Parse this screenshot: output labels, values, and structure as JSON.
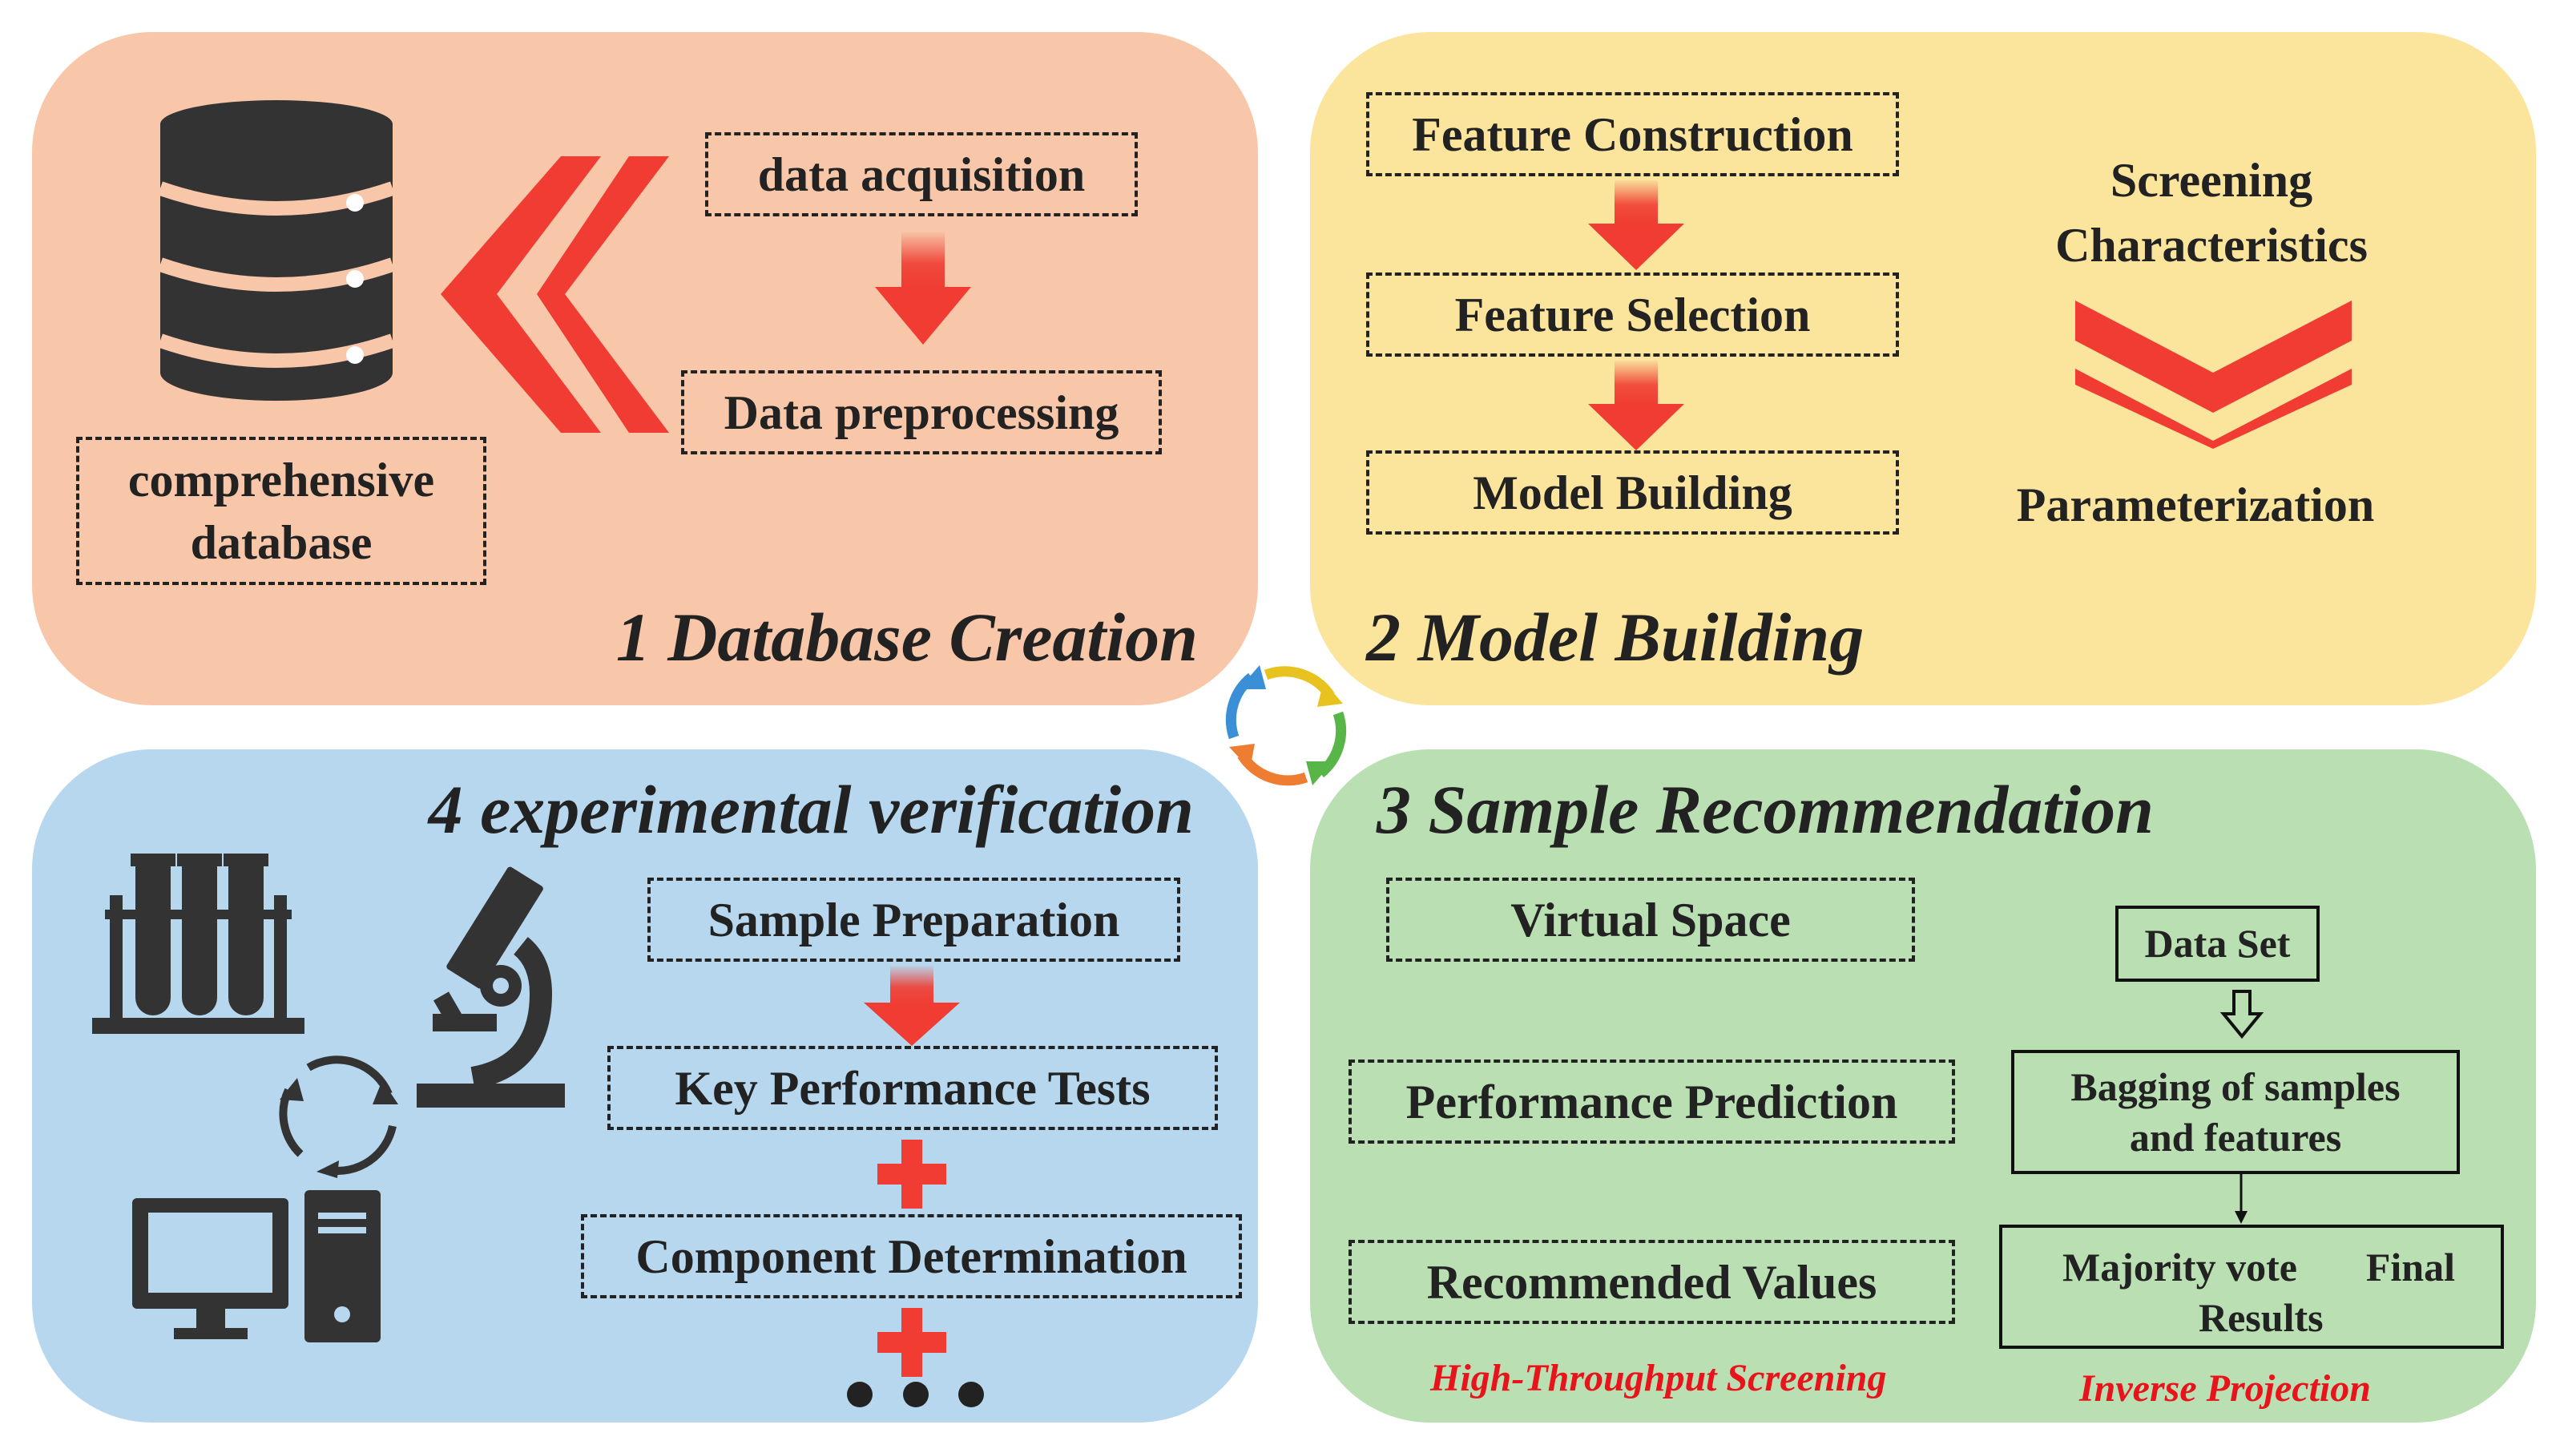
{
  "panel1": {
    "title": "1 Database Creation",
    "data_acquisition": "data acquisition",
    "data_preprocessing": "Data preprocessing",
    "comprehensive_database": "comprehensive database"
  },
  "panel2": {
    "title": "2 Model Building",
    "feature_construction": "Feature Construction",
    "feature_selection": "Feature Selection",
    "model_building": "Model Building",
    "screening_characteristics": "Screening Characteristics",
    "parameterization": "Parameterization"
  },
  "panel3": {
    "title": "3 Sample Recommendation",
    "virtual_space": "Virtual Space",
    "performance_prediction": "Performance Prediction",
    "recommended_values": "Recommended Values",
    "high_throughput_screening": "High-Throughput Screening",
    "data_set": "Data Set",
    "bagging": "Bagging of samples and features",
    "majority_vote": "Majority vote",
    "final_results": "Final Results",
    "inverse_projection": "Inverse Projection"
  },
  "panel4": {
    "title": "4 experimental verification",
    "sample_preparation": "Sample Preparation",
    "key_performance_tests": "Key Performance Tests",
    "component_determination": "Component Determination"
  },
  "colors": {
    "panel1": "#f8c6a8",
    "panel2": "#fbe49c",
    "panel3": "#b9dfb2",
    "panel4": "#b6d7ee",
    "accent_red": "#f03c32",
    "icon_dark": "#333333"
  },
  "icons": [
    "database-icon",
    "double-chevron-left-icon",
    "down-arrow-icon",
    "double-chevron-down-icon",
    "cycle-icon",
    "test-tubes-icon",
    "microscope-icon",
    "computer-icon",
    "plus-icon",
    "ellipsis-icon"
  ]
}
